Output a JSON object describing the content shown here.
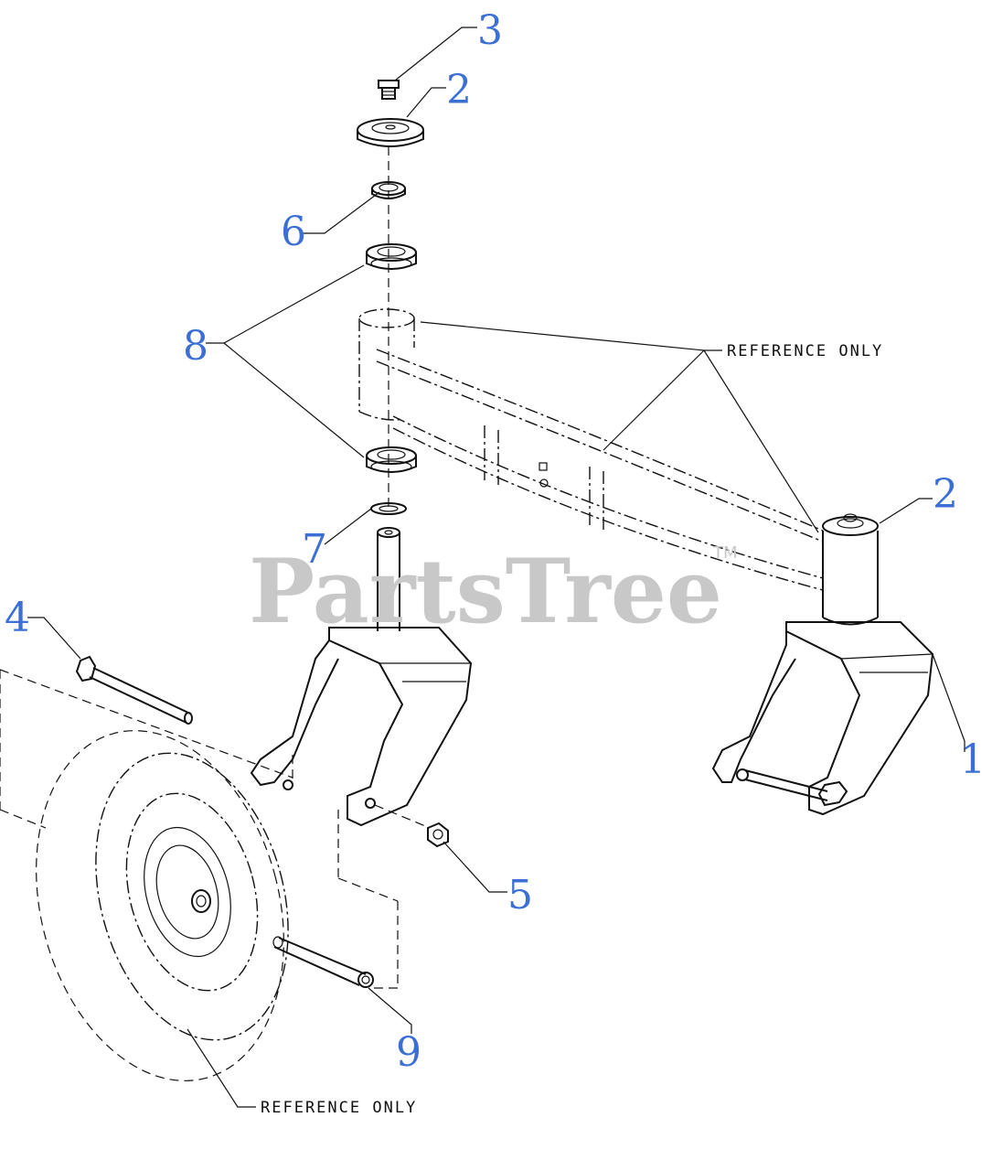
{
  "watermark": {
    "brand": "PartsTree",
    "trademark": "TM"
  },
  "callouts": [
    {
      "id": "c3a",
      "label": "3"
    },
    {
      "id": "c2a",
      "label": "2"
    },
    {
      "id": "c6",
      "label": "6"
    },
    {
      "id": "c8",
      "label": "8"
    },
    {
      "id": "c7",
      "label": "7"
    },
    {
      "id": "c2b",
      "label": "2"
    },
    {
      "id": "c4",
      "label": "4"
    },
    {
      "id": "c1",
      "label": "1"
    },
    {
      "id": "c5",
      "label": "5"
    },
    {
      "id": "c9",
      "label": "9"
    }
  ],
  "reference_notes": {
    "axle": "REFERENCE ONLY",
    "wheel": "REFERENCE ONLY"
  }
}
